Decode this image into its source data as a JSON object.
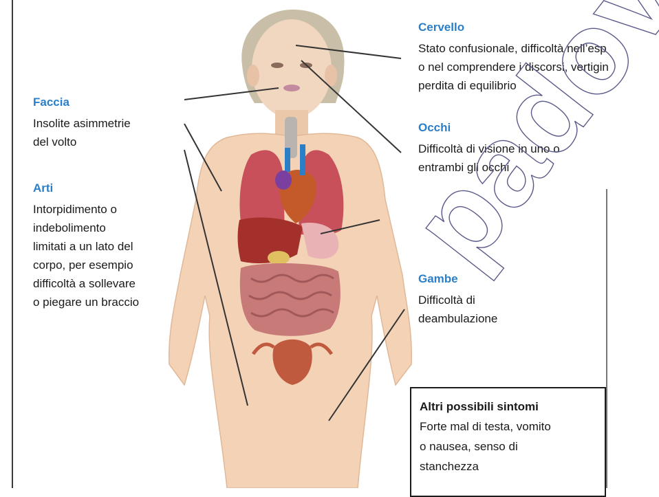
{
  "annotations": {
    "cervello": {
      "title": "Cervello",
      "body": "Stato confusionale, difficoltà nell’esp\no nel comprendere i discorsi, vertigin\nperdita di equilibrio"
    },
    "faccia": {
      "title": "Faccia",
      "body": "Insolite asimmetrie\ndel volto"
    },
    "occhi": {
      "title": "Occhi",
      "body": "Difficoltà di visione in uno o\nentrambi gli occhi"
    },
    "arti": {
      "title": "Arti",
      "body": "Intorpidimento o\nindebolimento\nlimitati a un lato del\ncorpo, per esempio\ndifficoltà a sollevare\no piegare un braccio"
    },
    "gambe": {
      "title": "Gambe",
      "body": "Difficoltà di\ndeambulazione"
    },
    "altri": {
      "title": "Altri possibili sintomi",
      "body": "Forte mal di testa, vomito\no nausea, senso di\nstanchezza"
    }
  },
  "watermark": "padova",
  "colors": {
    "title_blue": "#2a7fc8",
    "skin": "#f3d2b6",
    "lungs": "#c8505a",
    "liver": "#b0302c",
    "intestine": "#c87878"
  }
}
